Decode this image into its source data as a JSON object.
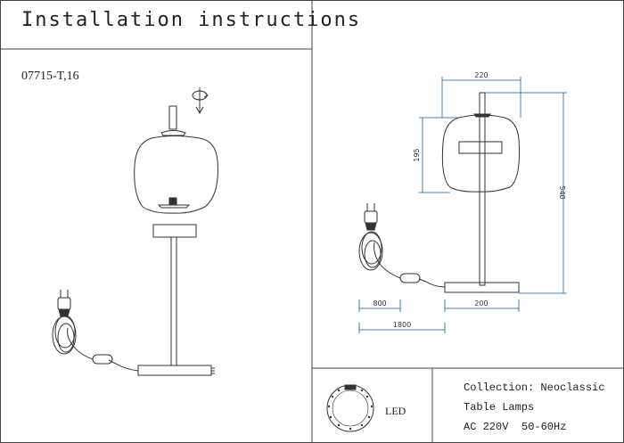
{
  "header": {
    "title": "Installation instructions"
  },
  "product": {
    "model": "07715-T,16"
  },
  "dimensions": {
    "width_top": "220",
    "shade_height": "195",
    "total_height": "540",
    "base_width": "200",
    "switch_cord": "800",
    "cord_length": "1800"
  },
  "footer": {
    "light_source": "LED",
    "collection": "Collection: Neoclassic",
    "category": "Table Lamps",
    "voltage": "AC 220V",
    "frequency": "50-60Hz"
  },
  "colors": {
    "line": "#333333",
    "dimension": "#1a5a8c",
    "border": "#444444"
  }
}
